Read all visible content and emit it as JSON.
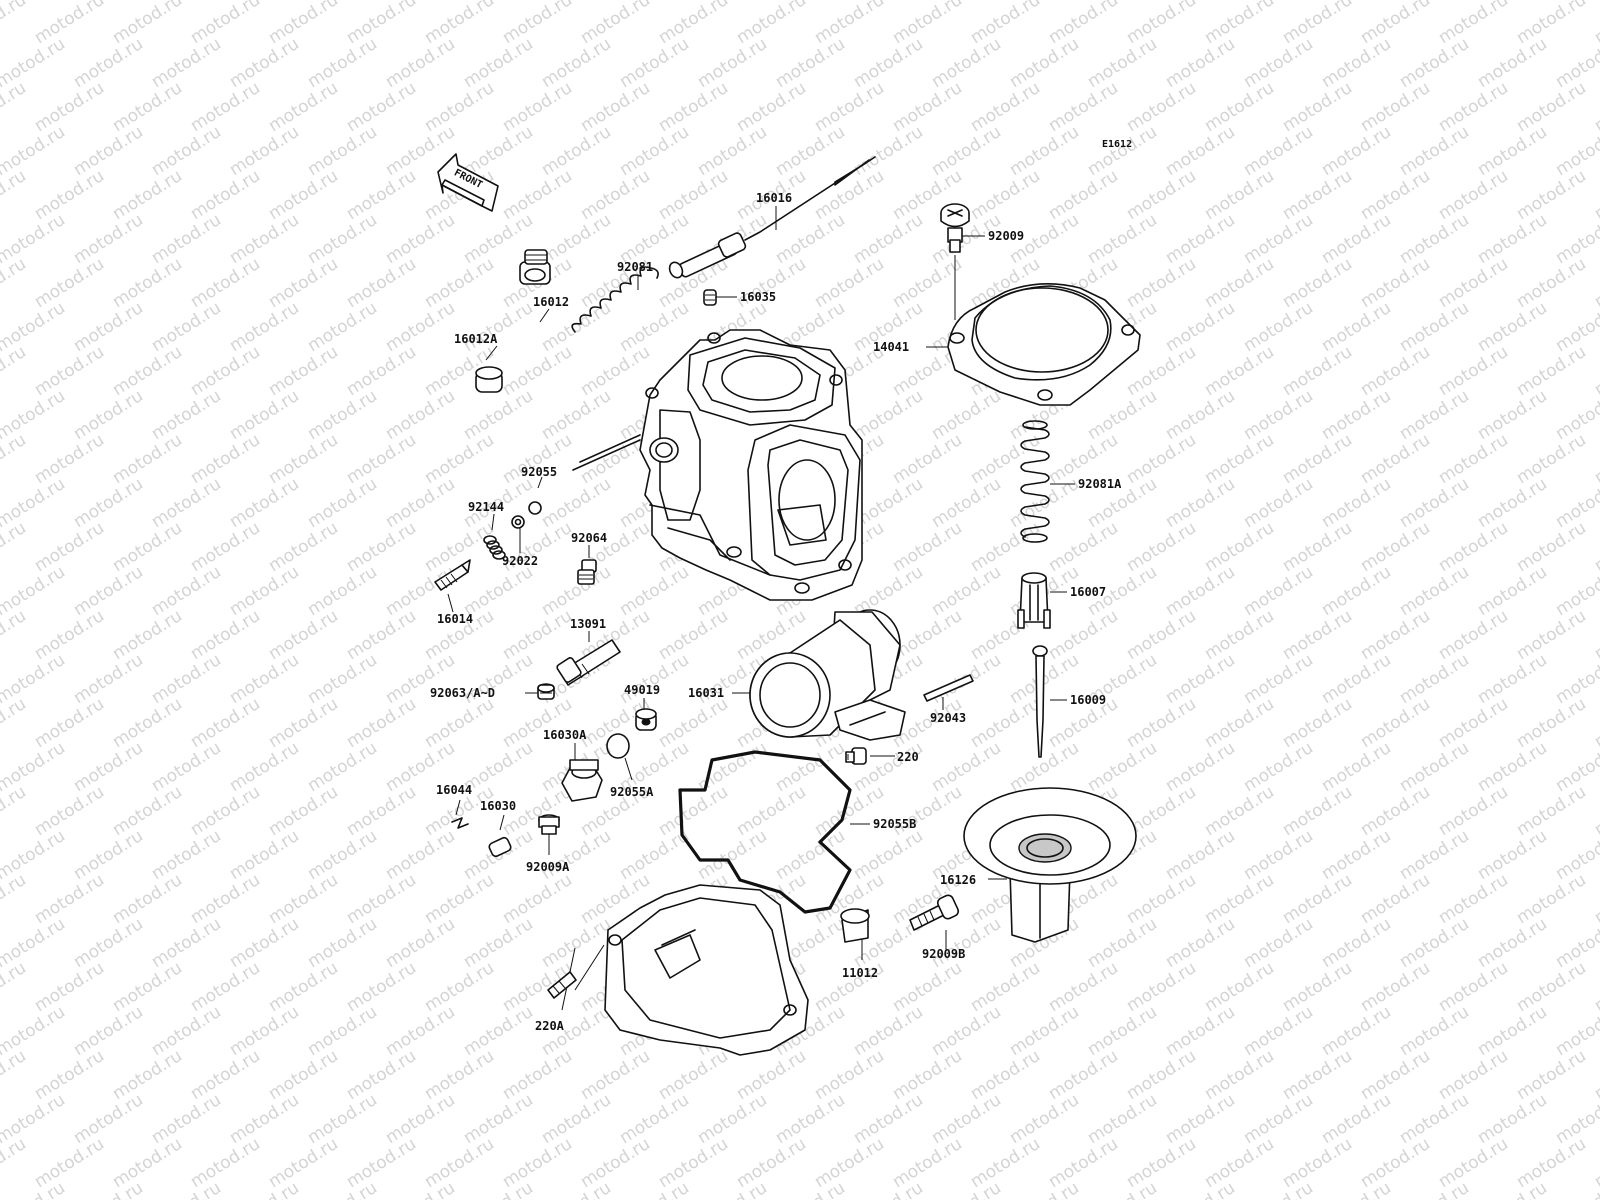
{
  "watermark": {
    "text": "motod.ru",
    "color": "#d4d4d4"
  },
  "diagram": {
    "code": "E1612",
    "front_label": "FRONT",
    "labels": {
      "p16016": "16016",
      "p92081": "92081",
      "p16035": "16035",
      "p16012": "16012",
      "p16012A": "16012A",
      "p92009": "92009",
      "p14041": "14041",
      "p92055": "92055",
      "p92144": "92144",
      "p92022": "92022",
      "p92064": "92064",
      "p16014": "16014",
      "p92081A": "92081A",
      "p16007": "16007",
      "p13091": "13091",
      "p92063": "92063/A~D",
      "p49019": "49019",
      "p16031": "16031",
      "p92043": "92043",
      "p16009": "16009",
      "p16030A": "16030A",
      "p220": "220",
      "p16044": "16044",
      "p16030": "16030",
      "p92055A": "92055A",
      "p92055B": "92055B",
      "p92009A": "92009A",
      "p16126": "16126",
      "p11012": "11012",
      "p92009B": "92009B",
      "p220A": "220A"
    }
  }
}
